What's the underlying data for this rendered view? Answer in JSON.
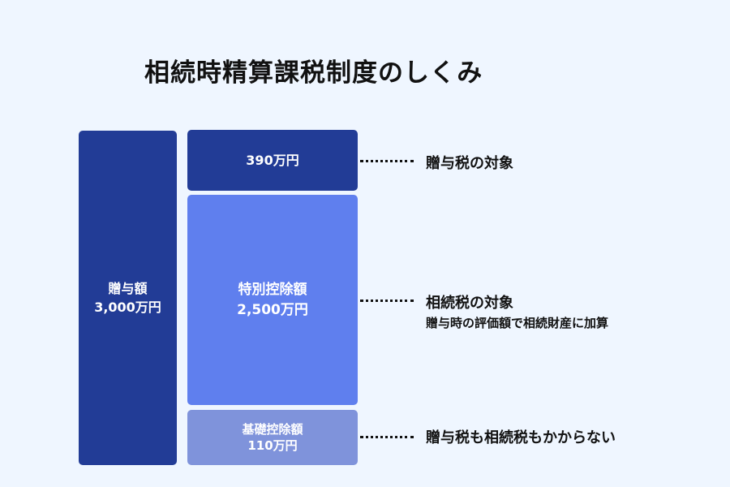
{
  "title": "相続時精算課税制度のしくみ",
  "colors": {
    "background": "#eff6ff",
    "dark": "#223c96",
    "medium": "#5f7fee",
    "light": "#7f93db"
  },
  "gift_total": {
    "label": "贈与額",
    "amount": "3,000万円"
  },
  "taxable_gift": {
    "amount": "390万円",
    "note": "贈与税の対象"
  },
  "special_deduction": {
    "label": "特別控除額",
    "amount": "2,500万円",
    "note": "相続税の対象",
    "subnote": "贈与時の評価額で相続財産に加算"
  },
  "basic_deduction": {
    "label": "基礎控除額",
    "amount": "110万円",
    "note": "贈与税も相続税もかからない"
  }
}
